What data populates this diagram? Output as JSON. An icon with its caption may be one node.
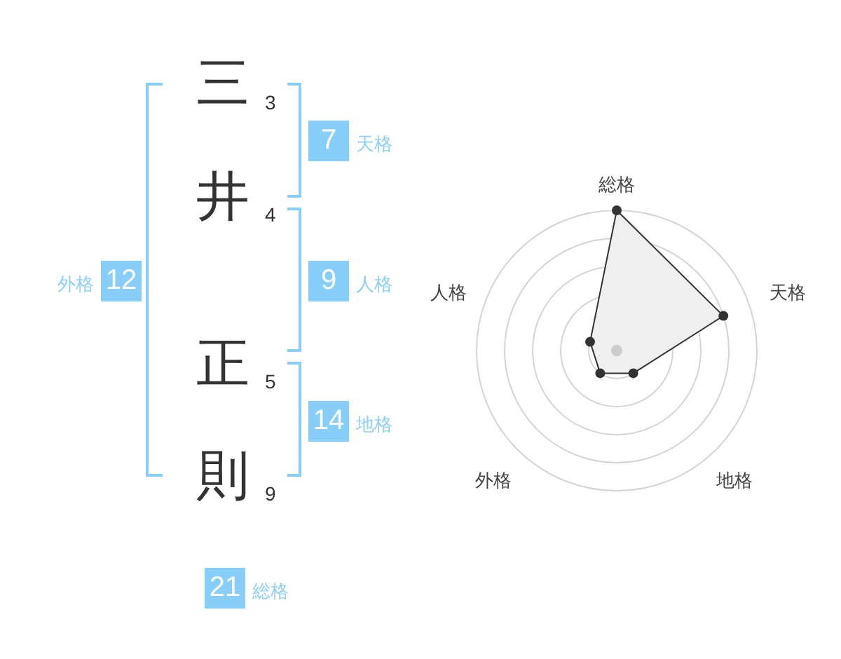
{
  "diagram": {
    "nodes": [
      {
        "text": [
          "7"
        ],
        "beside": [
          "天格"
        ]
      },
      {
        "text": [
          "12"
        ],
        "beside": [
          "外格"
        ]
      },
      {
        "text": [
          "9"
        ],
        "beside": [
          "人格"
        ]
      },
      {
        "text": [
          "14"
        ],
        "beside": [
          "地格"
        ]
      },
      {
        "text": [
          "21"
        ],
        "beside": [
          "総格"
        ]
      }
    ],
    "labels": [
      "三",
      "3",
      "井",
      "4",
      "正",
      "5",
      "則",
      "9",
      "総格",
      "人格",
      "天格",
      "外格",
      "地格"
    ]
  }
}
